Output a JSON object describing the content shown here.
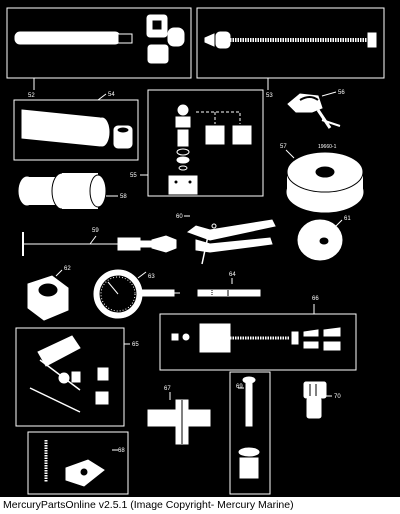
{
  "callouts": {
    "c52": "52",
    "c53": "53",
    "c54": "54",
    "c55": "55",
    "c56": "56",
    "c56_sub": "19660-1",
    "c57": "57",
    "c58": "58",
    "c59": "59",
    "c60": "60",
    "c61": "61",
    "c62": "62",
    "c63": "63",
    "c64": "64",
    "c65": "65",
    "c66": "66",
    "c67": "67",
    "c68": "68",
    "c69": "69",
    "c70": "70"
  },
  "caption": "MercuryPartsOnline v2.5.1 (Image Copyright- Mercury Marine)"
}
